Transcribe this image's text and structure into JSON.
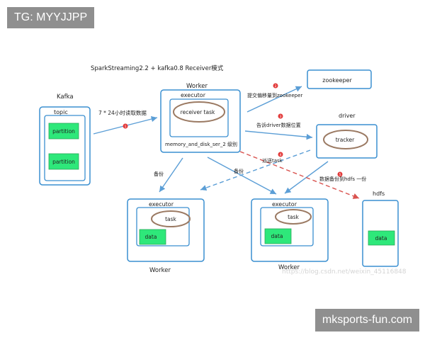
{
  "watermarks": {
    "top_badge": "TG: MYYJJPP",
    "bottom_badge": "mksports-fun.com",
    "faint_url": "https://blog.csdn.net/weixin_45116848"
  },
  "diagram": {
    "title": "SparkStreaming2.2 + kafka0.8 Receiver模式",
    "kafka": {
      "label": "Kafka",
      "topic": "topic",
      "partitions": [
        "partition",
        "partition"
      ]
    },
    "worker_top": {
      "label": "Worker",
      "executor": "executor",
      "receiver_task": "receiver task",
      "storage_note": "memory_and_disk_ser_2 级别"
    },
    "zookeeper": "zookeeper",
    "driver": {
      "label": "driver",
      "tracker": "tracker"
    },
    "worker_left": {
      "label": "Worker",
      "executor": "executor",
      "task": "task",
      "data": "data"
    },
    "worker_mid": {
      "label": "Worker",
      "executor": "executor",
      "task": "task",
      "data": "data"
    },
    "hdfs": {
      "label": "hdfs",
      "data": "data"
    },
    "edges": {
      "kafka_to_receiver": "7 * 24小时读取数据",
      "to_zookeeper": "提交偏移量到zookeeper",
      "to_driver": "告诉driver数据位置",
      "dispatch_task": "派送task",
      "backup_hdfs": "数据备份到hdfs 一份",
      "backup_left": "备份",
      "backup_mid": "备份"
    },
    "step_numbers": [
      "1",
      "2",
      "3",
      "4",
      "5"
    ]
  },
  "colors": {
    "box_stroke": "#3a8fd0",
    "arrow_blue": "#5b9ed6",
    "arrow_red": "#d9534f",
    "data_green": "#2ee87a",
    "ellipse_stroke": "#9b7a63",
    "step_dot": "#e23a3a"
  }
}
